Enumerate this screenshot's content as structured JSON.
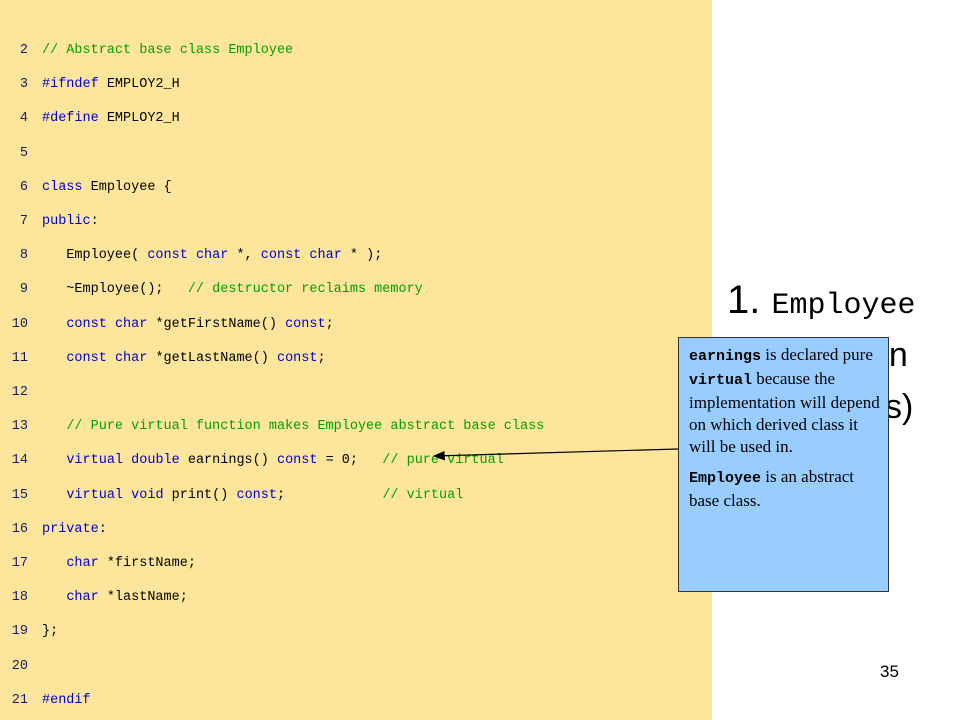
{
  "code": {
    "lines": [
      {
        "num": "2",
        "segments": [
          {
            "t": "// Abstract base class Employee",
            "c": "cm"
          }
        ]
      },
      {
        "num": "3",
        "segments": [
          {
            "t": "#ifndef",
            "c": "pp"
          },
          {
            "t": " EMPLOY2_H",
            "c": ""
          }
        ]
      },
      {
        "num": "4",
        "segments": [
          {
            "t": "#define",
            "c": "pp"
          },
          {
            "t": " EMPLOY2_H",
            "c": ""
          }
        ]
      },
      {
        "num": "5",
        "segments": []
      },
      {
        "num": "6",
        "segments": [
          {
            "t": "class",
            "c": "kw"
          },
          {
            "t": " Employee {",
            "c": ""
          }
        ]
      },
      {
        "num": "7",
        "segments": [
          {
            "t": "public",
            "c": "kw"
          },
          {
            "t": ":",
            "c": ""
          }
        ]
      },
      {
        "num": "8",
        "segments": [
          {
            "t": "   Employee( ",
            "c": ""
          },
          {
            "t": "const",
            "c": "kw"
          },
          {
            "t": " ",
            "c": ""
          },
          {
            "t": "char",
            "c": "kw"
          },
          {
            "t": " *, ",
            "c": ""
          },
          {
            "t": "const",
            "c": "kw"
          },
          {
            "t": " ",
            "c": ""
          },
          {
            "t": "char",
            "c": "kw"
          },
          {
            "t": " * );",
            "c": ""
          }
        ]
      },
      {
        "num": "9",
        "segments": [
          {
            "t": "   ~Employee();   ",
            "c": ""
          },
          {
            "t": "// destructor reclaims memory",
            "c": "cm"
          }
        ]
      },
      {
        "num": "10",
        "segments": [
          {
            "t": "   ",
            "c": ""
          },
          {
            "t": "const",
            "c": "kw"
          },
          {
            "t": " ",
            "c": ""
          },
          {
            "t": "char",
            "c": "kw"
          },
          {
            "t": " *getFirstName() ",
            "c": ""
          },
          {
            "t": "const",
            "c": "kw"
          },
          {
            "t": ";",
            "c": ""
          }
        ]
      },
      {
        "num": "11",
        "segments": [
          {
            "t": "   ",
            "c": ""
          },
          {
            "t": "const",
            "c": "kw"
          },
          {
            "t": " ",
            "c": ""
          },
          {
            "t": "char",
            "c": "kw"
          },
          {
            "t": " *getLastName() ",
            "c": ""
          },
          {
            "t": "const",
            "c": "kw"
          },
          {
            "t": ";",
            "c": ""
          }
        ]
      },
      {
        "num": "12",
        "segments": []
      },
      {
        "num": "13",
        "segments": [
          {
            "t": "   ",
            "c": ""
          },
          {
            "t": "// Pure virtual function makes Employee abstract base class",
            "c": "cm"
          }
        ]
      },
      {
        "num": "14",
        "segments": [
          {
            "t": "   ",
            "c": ""
          },
          {
            "t": "virtual",
            "c": "kw"
          },
          {
            "t": " ",
            "c": ""
          },
          {
            "t": "double",
            "c": "kw"
          },
          {
            "t": " earnings() ",
            "c": ""
          },
          {
            "t": "const",
            "c": "kw"
          },
          {
            "t": " = 0;   ",
            "c": ""
          },
          {
            "t": "// pure virtual",
            "c": "cm"
          }
        ]
      },
      {
        "num": "15",
        "segments": [
          {
            "t": "   ",
            "c": ""
          },
          {
            "t": "virtual",
            "c": "kw"
          },
          {
            "t": " ",
            "c": ""
          },
          {
            "t": "void",
            "c": "kw"
          },
          {
            "t": " print() ",
            "c": ""
          },
          {
            "t": "const",
            "c": "kw"
          },
          {
            "t": ";            ",
            "c": ""
          },
          {
            "t": "// virtual",
            "c": "cm"
          }
        ]
      },
      {
        "num": "16",
        "segments": [
          {
            "t": "private",
            "c": "kw"
          },
          {
            "t": ":",
            "c": ""
          }
        ]
      },
      {
        "num": "17",
        "segments": [
          {
            "t": "   ",
            "c": ""
          },
          {
            "t": "char",
            "c": "kw"
          },
          {
            "t": " *firstName;",
            "c": ""
          }
        ]
      },
      {
        "num": "18",
        "segments": [
          {
            "t": "   ",
            "c": ""
          },
          {
            "t": "char",
            "c": "kw"
          },
          {
            "t": " *lastName;",
            "c": ""
          }
        ]
      },
      {
        "num": "19",
        "segments": [
          {
            "t": "};",
            "c": ""
          }
        ]
      },
      {
        "num": "20",
        "segments": []
      },
      {
        "num": "21",
        "segments": [
          {
            "t": "#endif",
            "c": "pp"
          }
        ]
      }
    ]
  },
  "side": {
    "title_prefix": "1. ",
    "title_mono": "Employee",
    "line2": "on",
    "line3": "ss)"
  },
  "callout": {
    "p1_code1": "earnings",
    "p1_text1": " is declared pure ",
    "p1_code2": "virtual",
    "p1_text2": " because the implementation will depend on which derived class it will be used in.",
    "p2_code": "Employee",
    "p2_text": " is an abstract base class."
  },
  "page_number": "35",
  "colors": {
    "code_background": "#fde69b",
    "keyword": "#0000cc",
    "comment": "#00a000",
    "callout_background": "#99ccff"
  }
}
